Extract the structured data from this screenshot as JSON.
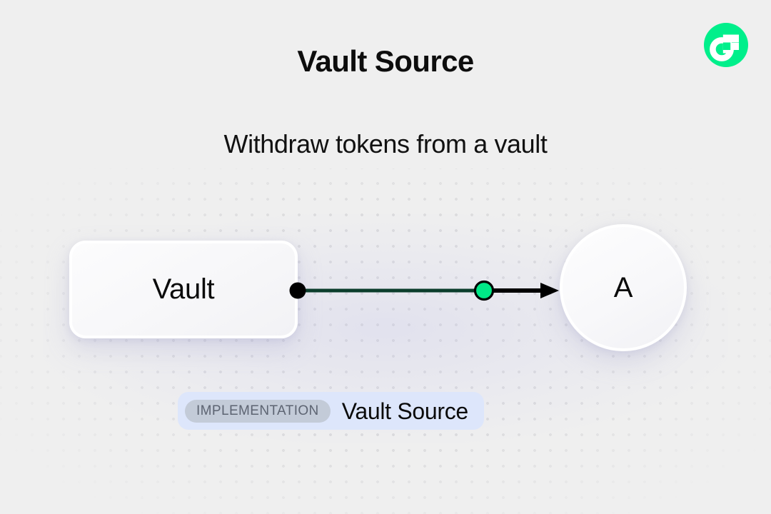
{
  "header": {
    "title": "Vault Source",
    "subtitle": "Withdraw tokens from a vault"
  },
  "brand": {
    "logo_name": "flow-logo-icon",
    "logo_bg_color": "#00ef8b",
    "logo_glyph_color": "#ffffff"
  },
  "diagram": {
    "nodes": [
      {
        "id": "vault",
        "label": "Vault",
        "shape": "rounded-rect"
      },
      {
        "id": "a",
        "label": "A",
        "shape": "circle"
      }
    ],
    "edge": {
      "from": "vault",
      "to": "a",
      "source_handle_color": "#000000",
      "midpoint_color": "#00e887",
      "line_color": "#000000",
      "arrow_name": "edge-arrowhead-icon"
    }
  },
  "badge": {
    "tag": "IMPLEMENTATION",
    "name": "Vault Source",
    "bg_color": "#dde6fb",
    "tag_bg_color": "#c3cbd8",
    "tag_text_color": "#5d6472"
  }
}
